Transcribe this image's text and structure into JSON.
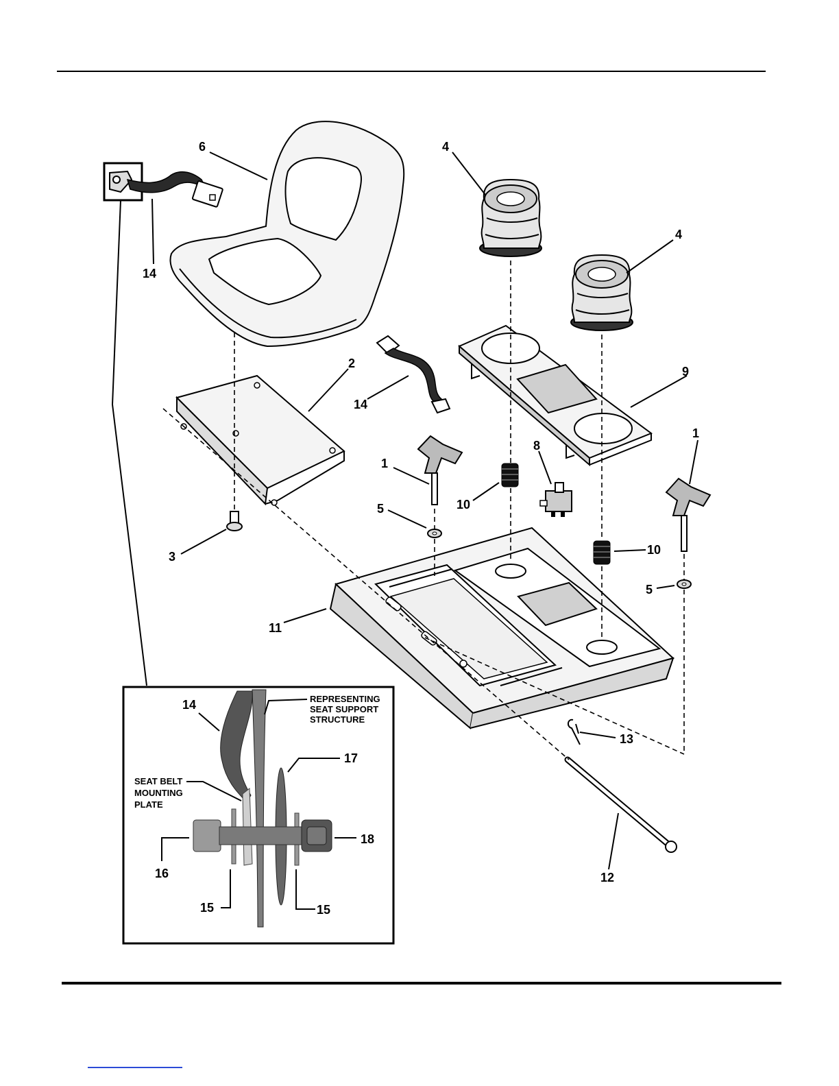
{
  "callouts": {
    "c1a": "1",
    "c1b": "1",
    "c2": "2",
    "c3": "3",
    "c4a": "4",
    "c4b": "4",
    "c5a": "5",
    "c5b": "5",
    "c6": "6",
    "c8": "8",
    "c9": "9",
    "c10a": "10",
    "c10b": "10",
    "c11": "11",
    "c12": "12",
    "c13": "13",
    "c14a": "14",
    "c14b": "14",
    "c14c": "14"
  },
  "inset": {
    "callouts": {
      "c15a": "15",
      "c15b": "15",
      "c16": "16",
      "c17": "17",
      "c18": "18"
    },
    "label_structure_1": "REPRESENTING",
    "label_structure_2": "SEAT SUPPORT",
    "label_structure_3": "STRUCTURE",
    "label_plate_1": "SEAT BELT",
    "label_plate_2": "MOUNTING",
    "label_plate_3": "PLATE"
  }
}
